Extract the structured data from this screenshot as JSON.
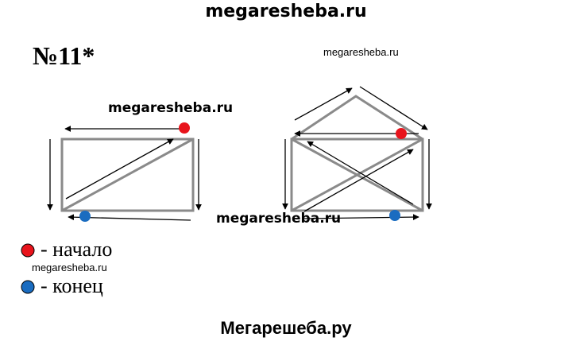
{
  "watermarks": {
    "top": "megaresheba.ru",
    "small1": "megaresheba.ru",
    "left": "megaresheba.ru",
    "mid": "megaresheba.ru",
    "small2": "megaresheba.ru",
    "bottom": "Мегарешеба.ру"
  },
  "task_number": "№11*",
  "legend": [
    {
      "color": "#e8141c",
      "label": "- начало"
    },
    {
      "color": "#1a6cc0",
      "label": "- конец"
    }
  ],
  "colors": {
    "figure": "#8a8a8a",
    "arrow": "#000000",
    "start": "#e8141c",
    "end": "#1a6cc0"
  }
}
